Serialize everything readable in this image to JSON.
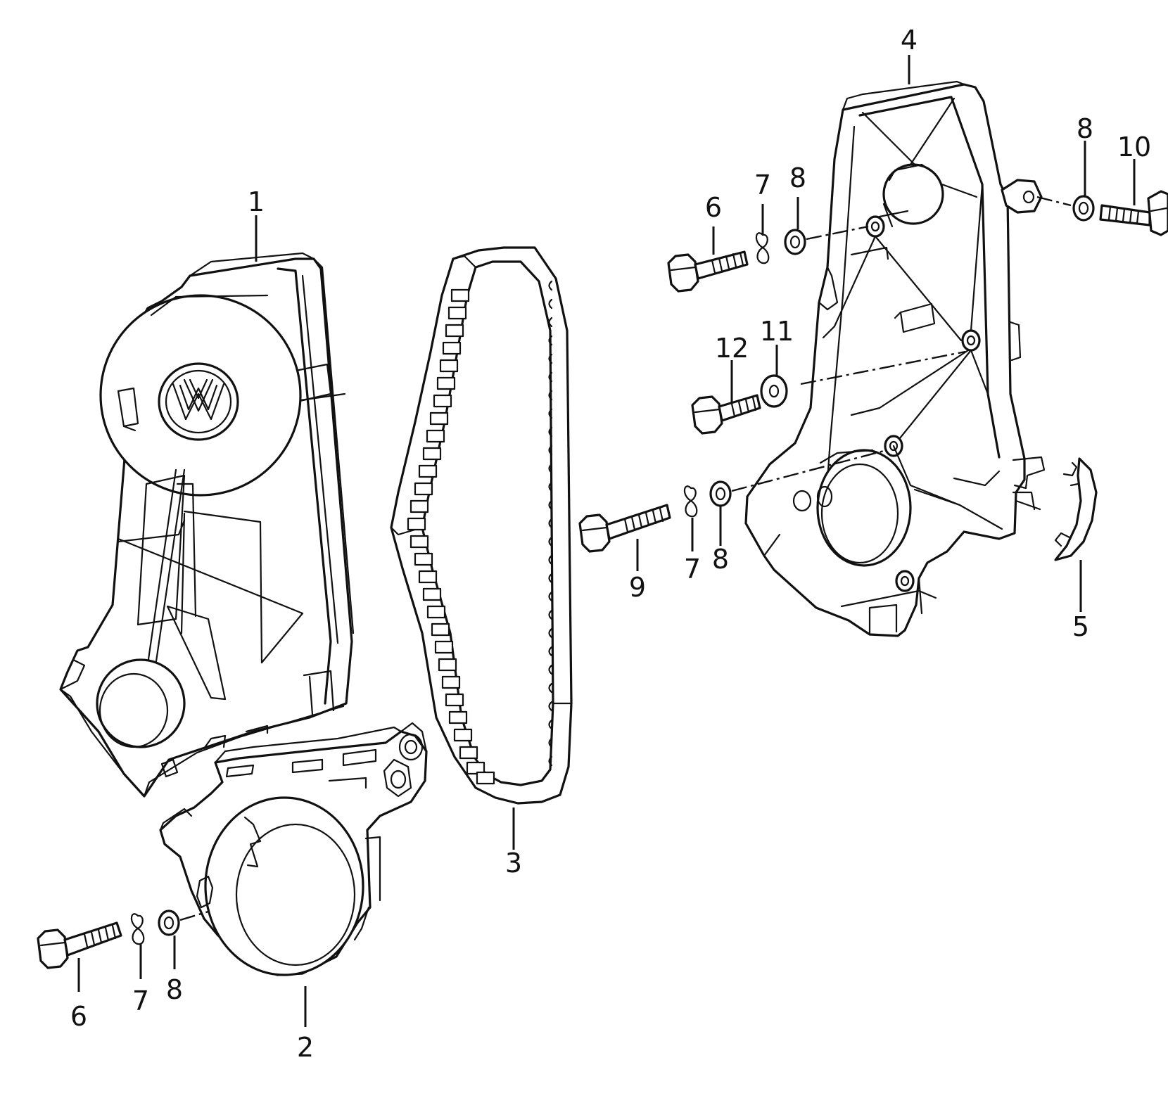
{
  "diagram": {
    "parts": [
      {
        "id": "timing-belt-upper-cover",
        "callout": "1"
      },
      {
        "id": "timing-belt-lower-cover",
        "callout": "2"
      },
      {
        "id": "timing-belt",
        "callout": "3"
      },
      {
        "id": "timing-belt-rear-cover",
        "callout": "4"
      },
      {
        "id": "clip",
        "callout": "5"
      },
      {
        "id": "hex-bolt-lower",
        "callout": "6"
      },
      {
        "id": "hex-bolt-upper",
        "callout": "6"
      },
      {
        "id": "spring-washer-lower",
        "callout": "7"
      },
      {
        "id": "spring-washer-upper",
        "callout": "7"
      },
      {
        "id": "spring-washer-middle",
        "callout": "7"
      },
      {
        "id": "washer-lower",
        "callout": "8"
      },
      {
        "id": "washer-upper",
        "callout": "8"
      },
      {
        "id": "washer-middle",
        "callout": "8"
      },
      {
        "id": "washer-right",
        "callout": "8"
      },
      {
        "id": "hex-bolt-middle",
        "callout": "9"
      },
      {
        "id": "stud-bolt",
        "callout": "10"
      },
      {
        "id": "washer-plain",
        "callout": "11"
      },
      {
        "id": "hex-bolt-short",
        "callout": "12"
      }
    ],
    "logo_icon": "vw-logo-icon"
  }
}
